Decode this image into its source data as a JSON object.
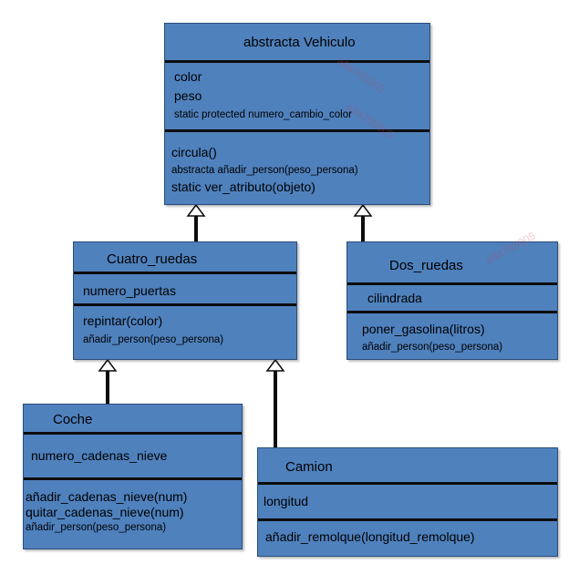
{
  "colors": {
    "box_fill": "#4f81bd",
    "box_border": "#2a4d7a",
    "separator": "#0d0d0d",
    "connector": "#0d0d0d"
  },
  "classes": {
    "vehiculo": {
      "name": "abstracta Vehiculo",
      "attributes": [
        "color",
        "peso",
        "static protected numero_cambio_color"
      ],
      "methods": [
        "circula()",
        "abstracta añadir_person(peso_persona)",
        "static ver_atributo(objeto)"
      ]
    },
    "cuatro_ruedas": {
      "name": "Cuatro_ruedas",
      "attributes": [
        "numero_puertas"
      ],
      "methods": [
        "repintar(color)",
        "añadir_person(peso_persona)"
      ]
    },
    "dos_ruedas": {
      "name": "Dos_ruedas",
      "attributes": [
        "cilindrada"
      ],
      "methods": [
        "poner_gasolina(litros)",
        "añadir_person(peso_persona)"
      ]
    },
    "coche": {
      "name": "Coche",
      "attributes": [
        "numero_cadenas_nieve"
      ],
      "methods": [
        "añadir_cadenas_nieve(num)",
        "quitar_cadenas_nieve(num)",
        "añadir_person(peso_persona)"
      ]
    },
    "camion": {
      "name": "Camion",
      "attributes": [
        "longitud"
      ],
      "methods": [
        "añadir_remolque(longitud_remolque)"
      ]
    }
  },
  "relations": [
    {
      "from": "cuatro_ruedas",
      "to": "vehiculo",
      "type": "inheritance"
    },
    {
      "from": "dos_ruedas",
      "to": "vehiculo",
      "type": "inheritance"
    },
    {
      "from": "coche",
      "to": "cuatro_ruedas",
      "type": "inheritance"
    },
    {
      "from": "camion",
      "to": "cuatro_ruedas",
      "type": "inheritance"
    }
  ],
  "watermark": "a9a765905"
}
